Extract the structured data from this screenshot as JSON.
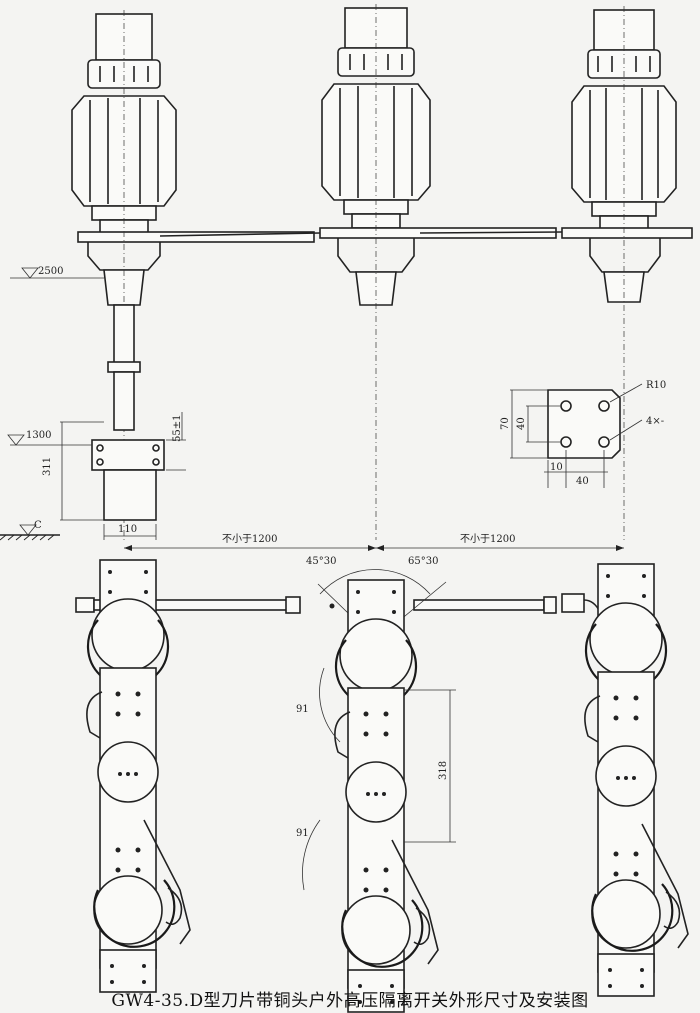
{
  "caption": "GW4-35.D型刀片带铜头户外高压隔离开关外形尺寸及安装图",
  "dims": {
    "level_2500": "2500",
    "level_1300": "1300",
    "level_0": "C",
    "d_55": "55±1",
    "d_311": "311",
    "d_110": "110",
    "spacing_1": "不小于1200",
    "spacing_2": "不小于1200",
    "angle_left": "45°30",
    "angle_right": "65°30",
    "d_91_top": "91",
    "d_91_bottom": "91",
    "d_318": "318",
    "plate_70": "70",
    "plate_40_v": "40",
    "plate_10": "10",
    "plate_40_h": "40",
    "plate_r10": "R10",
    "plate_holes": "4×-"
  }
}
